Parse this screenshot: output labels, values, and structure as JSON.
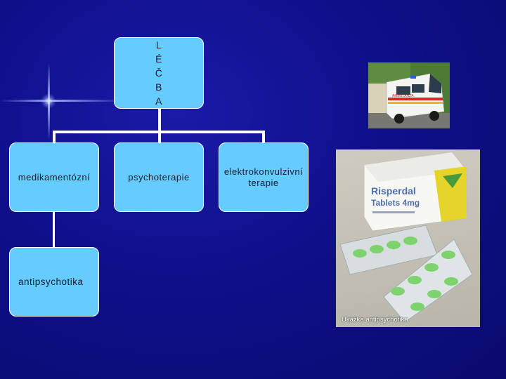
{
  "root": {
    "letters": [
      "L",
      "É",
      "Č",
      "B",
      "A"
    ]
  },
  "children": [
    {
      "label": "medikamentózní"
    },
    {
      "label": "psychoterapie"
    },
    {
      "label": "elektrokonvulzivní terapie"
    }
  ],
  "grandchild": {
    "label": "antipsychotika"
  },
  "photo_pills": {
    "box_brand": "Risperdal",
    "box_product": "Tablets 4mg",
    "caption": "Ukázka antipsychotika"
  },
  "photo_ambulance": {
    "vehicle_text": "AMBULANZA"
  },
  "colors": {
    "background": "#0f0f8a",
    "node_fill": "#66ccff",
    "connector": "#ffffff"
  }
}
